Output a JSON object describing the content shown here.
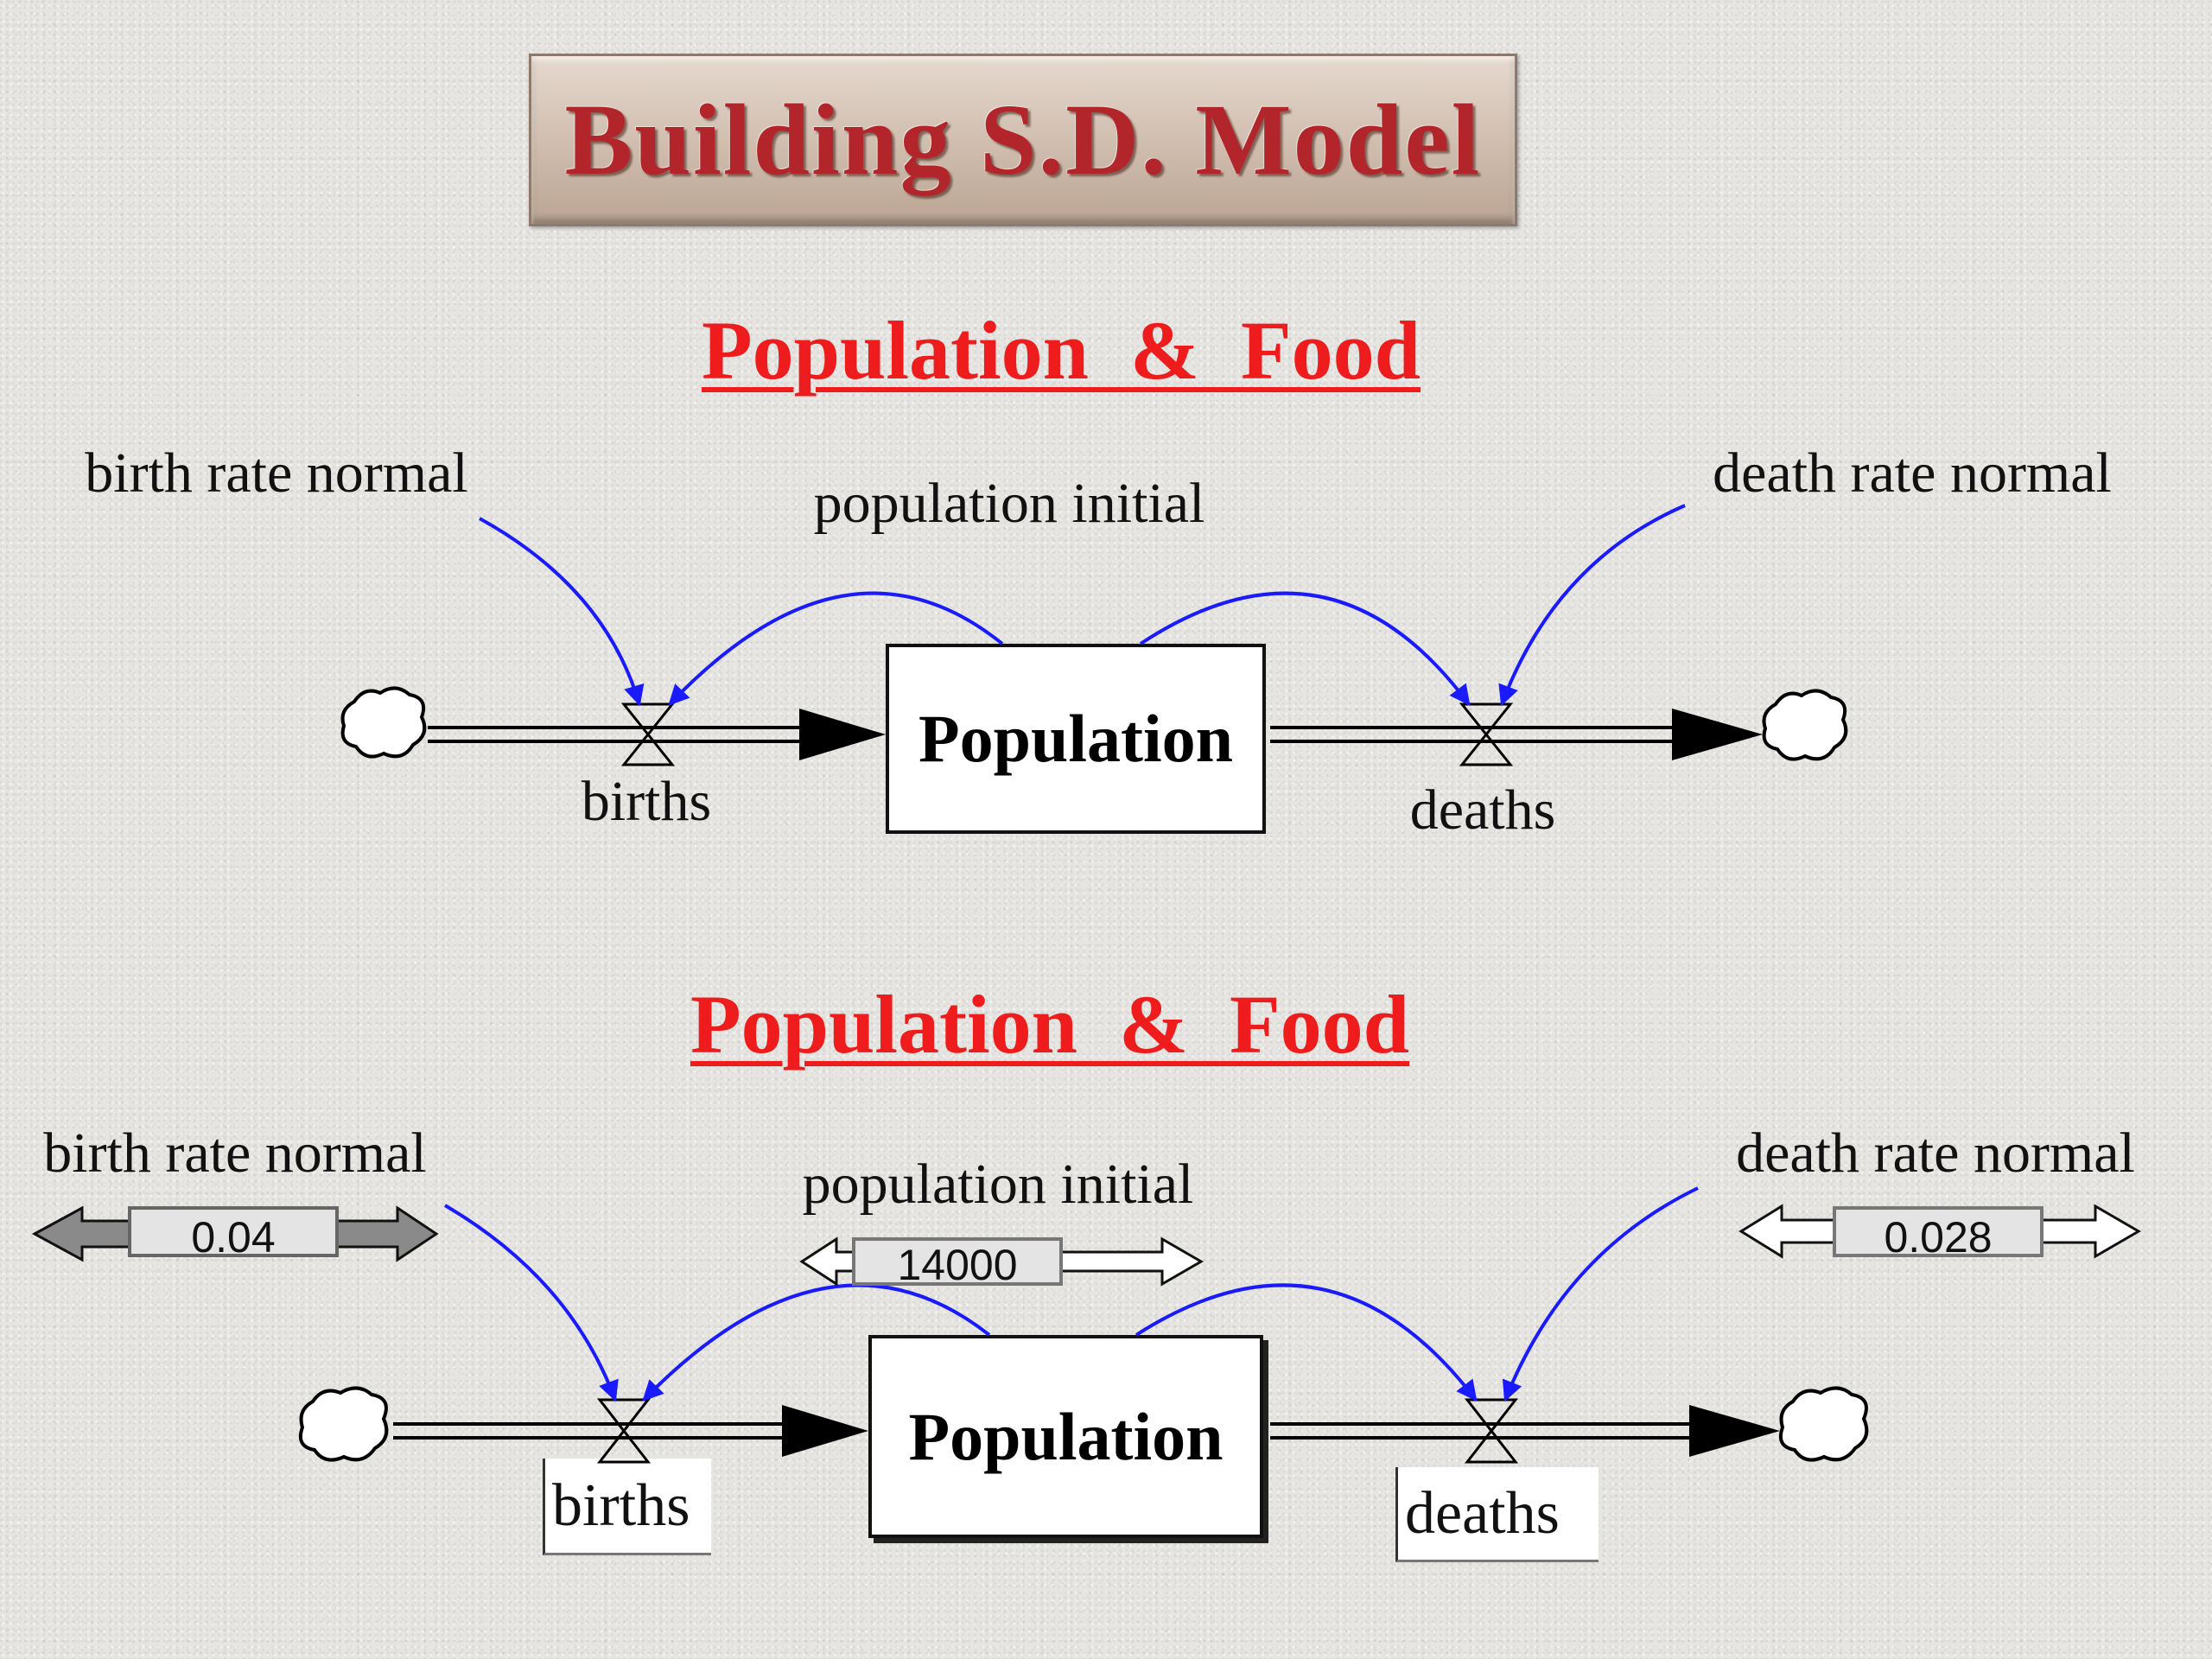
{
  "title": "Building S.D. Model",
  "section_top": {
    "heading": "Population  &  Food",
    "birth_rate_label": "birth rate normal",
    "population_initial_label": "population initial",
    "death_rate_label": "death rate normal",
    "stock_label": "Population",
    "births_label": "births",
    "deaths_label": "deaths"
  },
  "section_bottom": {
    "heading": "Population  &  Food",
    "birth_rate_label": "birth rate normal",
    "birth_rate_value": "0.04",
    "population_initial_label": "population initial",
    "population_initial_value": "14000",
    "death_rate_label": "death rate normal",
    "death_rate_value": "0.028",
    "stock_label": "Population",
    "births_label": "births",
    "deaths_label": "deaths"
  },
  "colors": {
    "title_text": "#b2262b",
    "heading": "#ee1c1c",
    "link_arrow": "#1a1aff",
    "flow": "#000000"
  }
}
